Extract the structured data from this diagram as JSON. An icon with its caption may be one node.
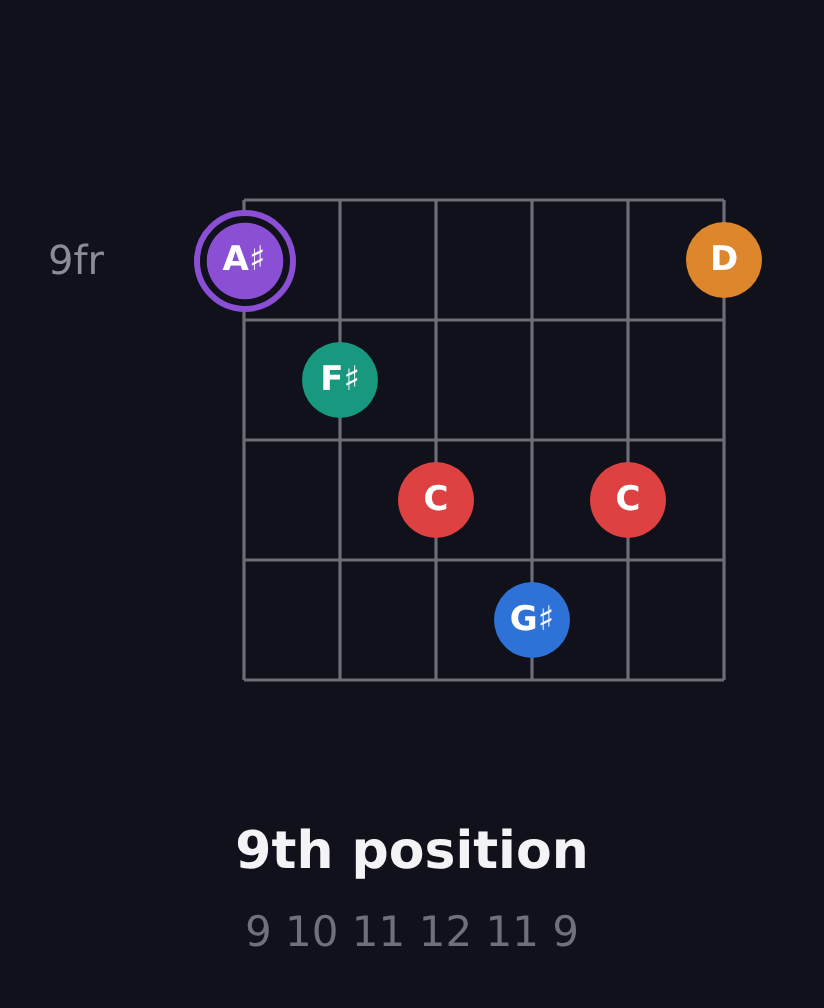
{
  "diagram": {
    "title": "9th position",
    "caption": "9 10 11 12 11 9",
    "nodes": [
      {
        "text": [
          "A♯"
        ]
      },
      {
        "text": [
          "D"
        ]
      },
      {
        "text": [
          "F♯"
        ]
      },
      {
        "text": [
          "C"
        ]
      },
      {
        "text": [
          "C"
        ]
      },
      {
        "text": [
          "G♯"
        ]
      }
    ],
    "labels": [
      "9fr"
    ]
  }
}
